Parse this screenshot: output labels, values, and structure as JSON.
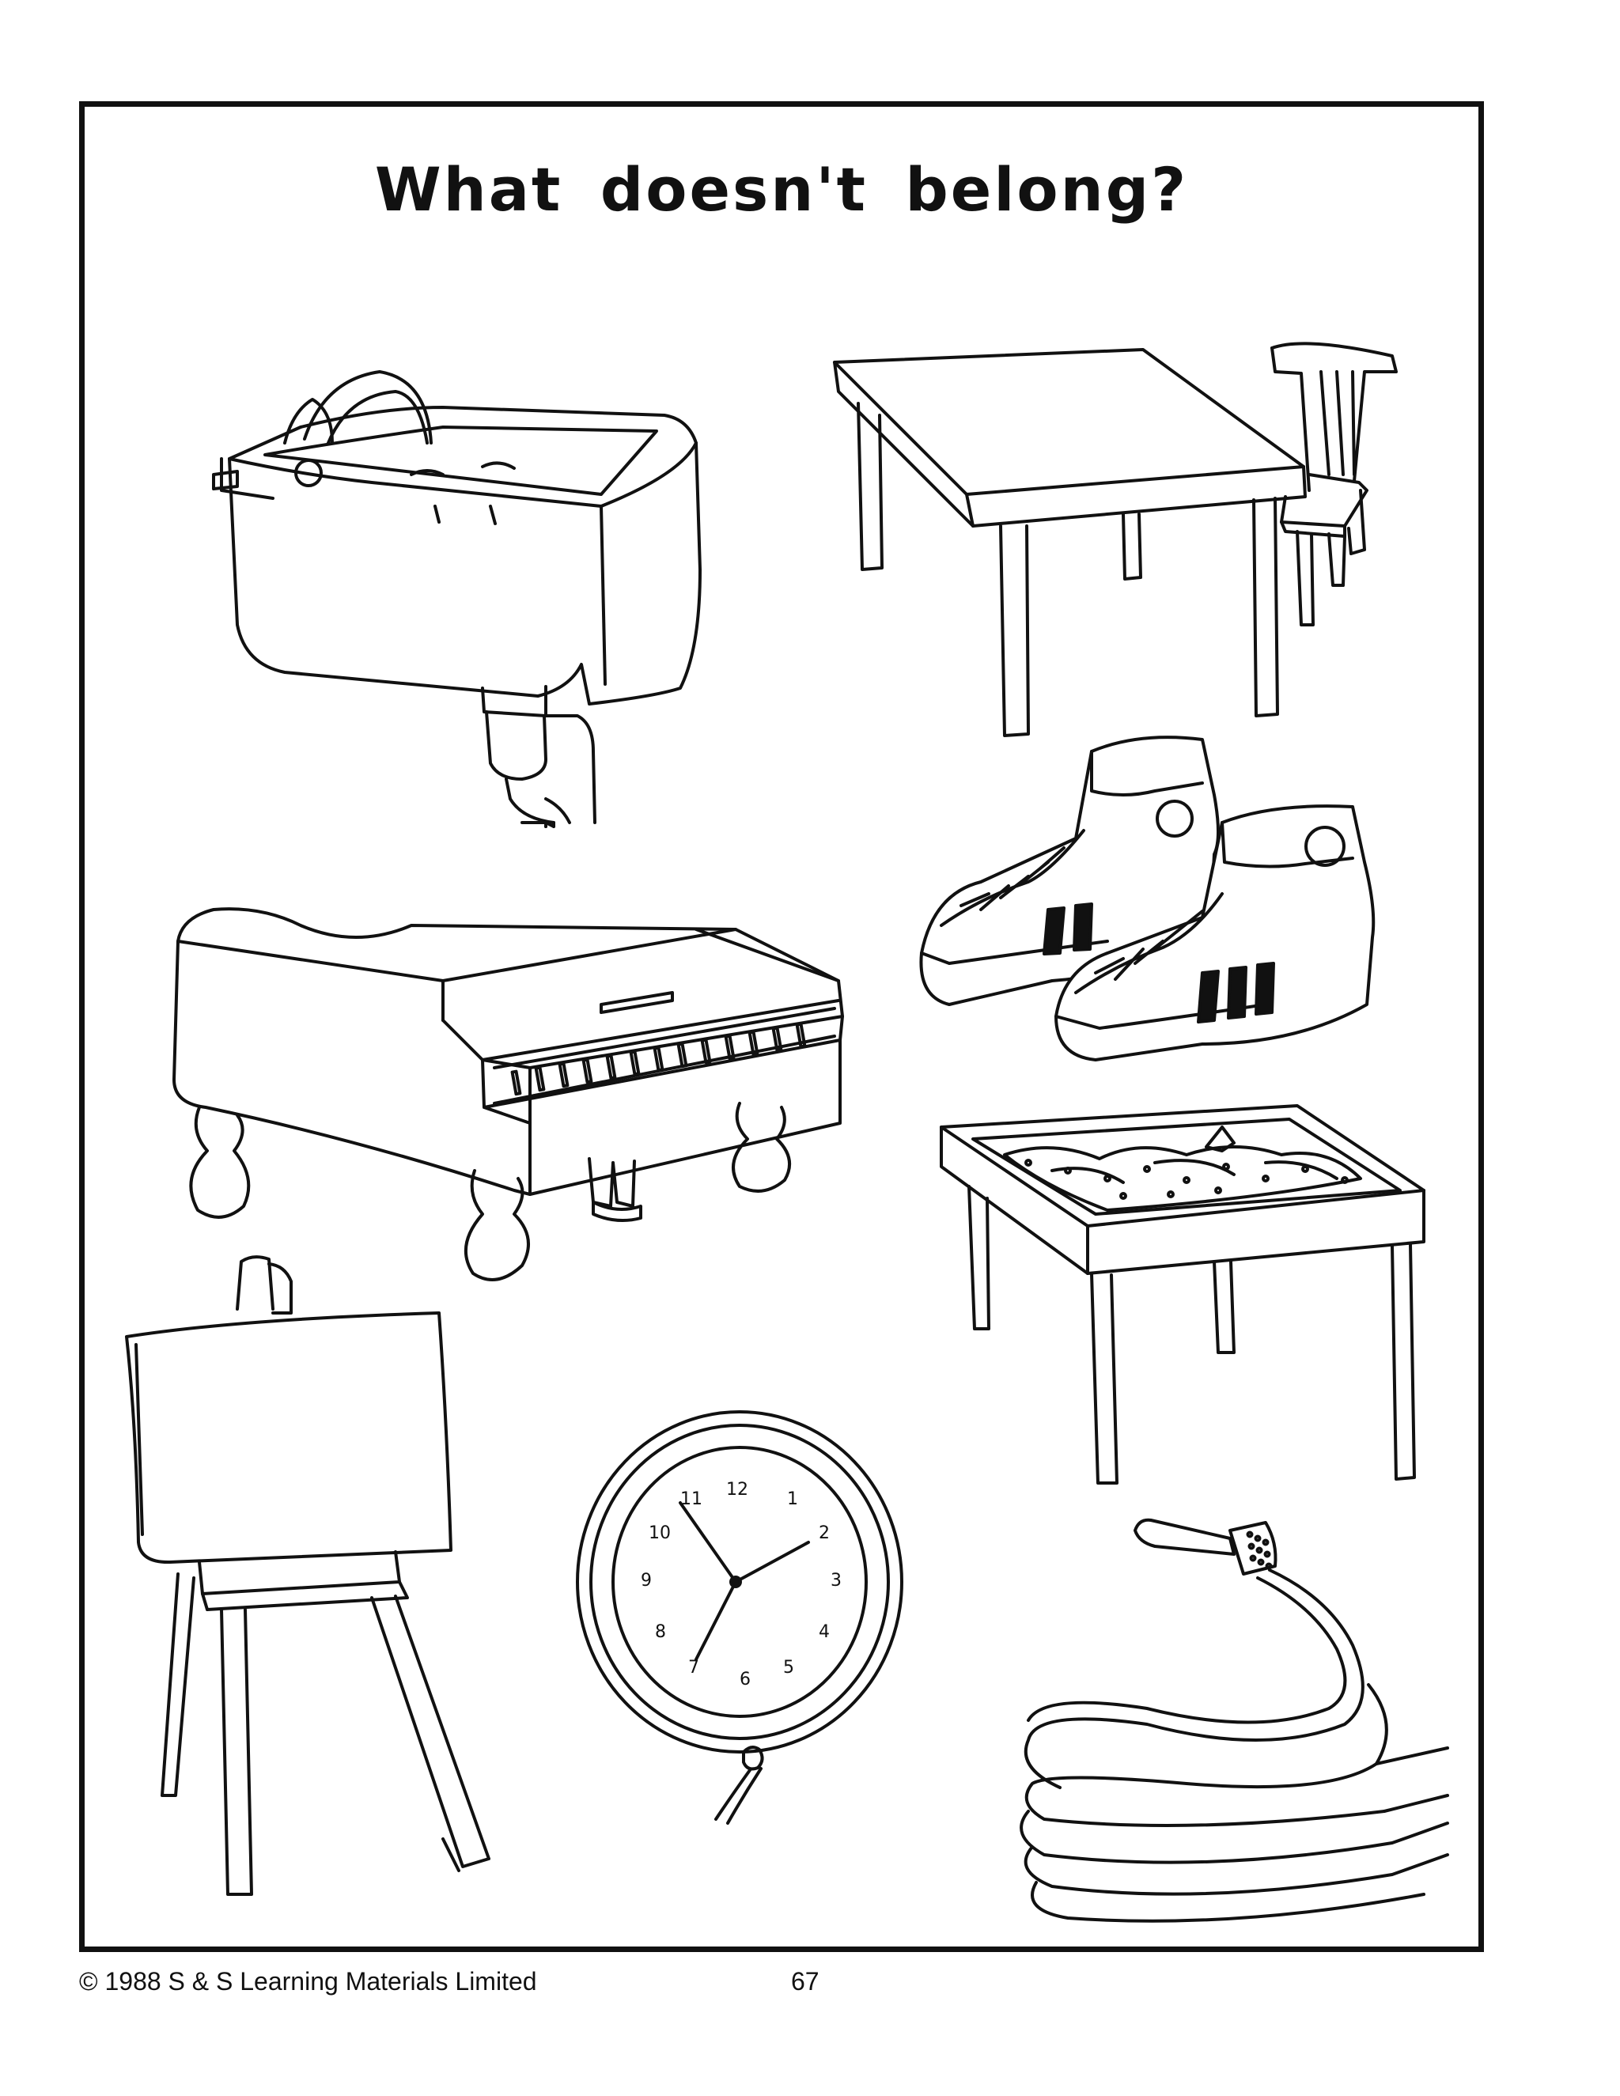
{
  "worksheet": {
    "title": "What doesn't belong?",
    "items": [
      {
        "icon": "sink-icon"
      },
      {
        "icon": "table-and-chair-icon"
      },
      {
        "icon": "sneakers-icon"
      },
      {
        "icon": "grand-piano-icon"
      },
      {
        "icon": "sandbox-icon"
      },
      {
        "icon": "easel-icon"
      },
      {
        "icon": "clock-icon"
      },
      {
        "icon": "garden-hose-icon"
      }
    ],
    "clock_numbers": [
      "12",
      "1",
      "2",
      "3",
      "4",
      "5",
      "6",
      "7",
      "8",
      "9",
      "10",
      "11"
    ]
  },
  "footer": {
    "copyright": "© 1988 S & S Learning Materials Limited",
    "page_number": "67"
  }
}
